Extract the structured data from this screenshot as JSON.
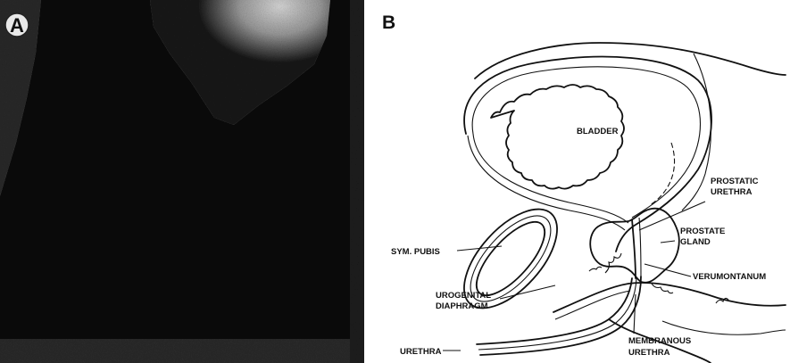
{
  "panel_a": {
    "letter": "A"
  },
  "panel_b": {
    "letter": "B",
    "labels": {
      "bladder": "BLADDER",
      "prostatic_urethra_1": "PROSTATIC",
      "prostatic_urethra_2": "URETHRA",
      "prostate_gland_1": "PROSTATE",
      "prostate_gland_2": "GLAND",
      "sym_pubis": "SYM. PUBIS",
      "verumontanum": "VERUMONTANUM",
      "urogenital_1": "UROGENITAL",
      "urogenital_2": "DIAPHRAGM",
      "urethra": "URETHRA",
      "membranous_1": "MEMBRANOUS",
      "membranous_2": "URETHRA"
    }
  }
}
